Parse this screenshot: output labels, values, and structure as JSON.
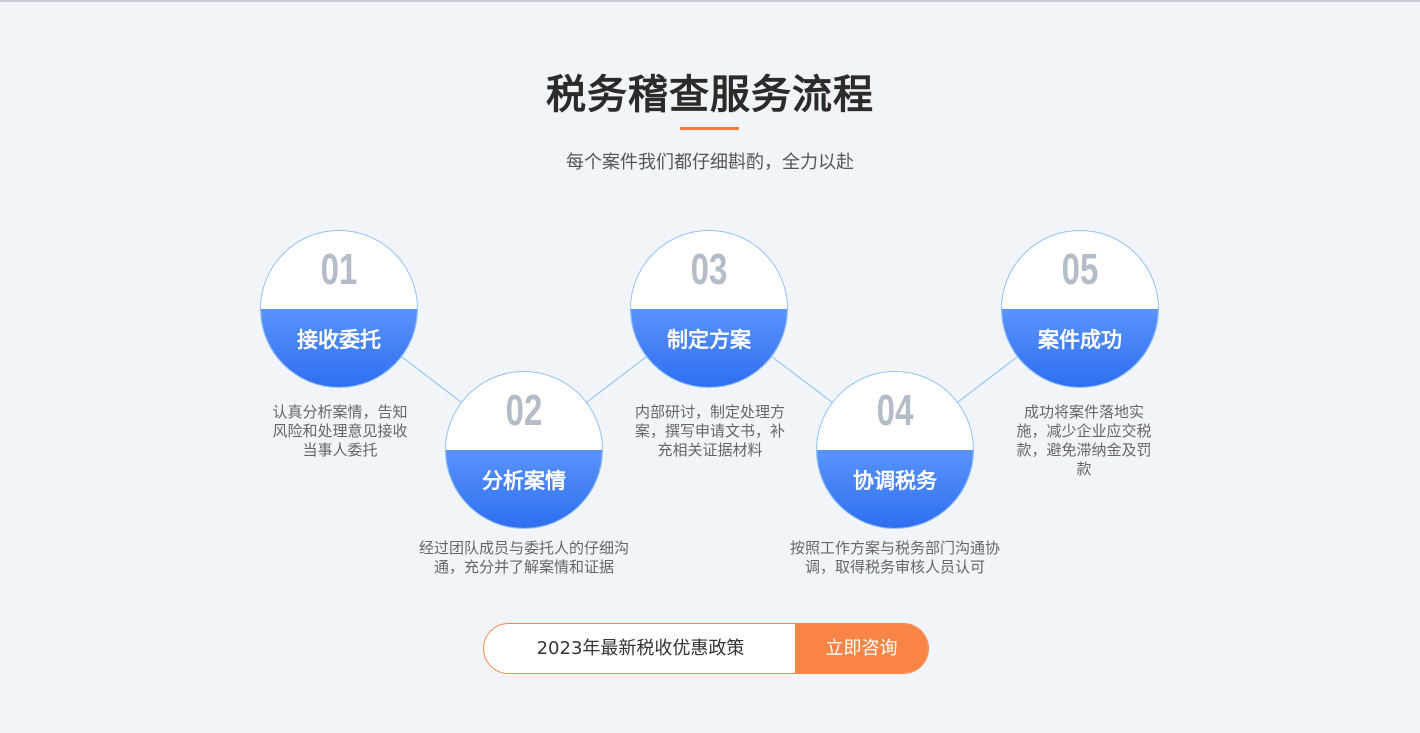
{
  "header": {
    "title": "税务稽查服务流程",
    "subtitle": "每个案件我们都仔细斟酌，全力以赴"
  },
  "steps": [
    {
      "num": "01",
      "label": "接收委托",
      "desc": "认真分析案情，告知风险和处理意见接收当事人委托"
    },
    {
      "num": "02",
      "label": "分析案情",
      "desc": "经过团队成员与委托人的仔细沟通，充分并了解案情和证据"
    },
    {
      "num": "03",
      "label": "制定方案",
      "desc": "内部研讨，制定处理方案，撰写申请文书，补充相关证据材料"
    },
    {
      "num": "04",
      "label": "协调税务",
      "desc": "按照工作方案与税务部门沟通协调，取得税务审核人员认可"
    },
    {
      "num": "05",
      "label": "案件成功",
      "desc": "成功将案件落地实施，减少企业应交税款，避免滞纳金及罚款"
    }
  ],
  "cta": {
    "text": "2023年最新税收优惠政策",
    "button": "立即咨询"
  },
  "colors": {
    "accent": "#f88546",
    "blue": "#3a7bf5"
  }
}
